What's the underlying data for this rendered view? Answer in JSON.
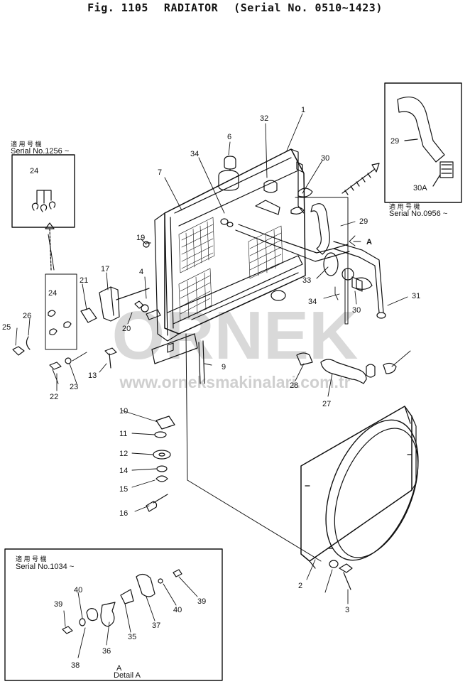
{
  "header": {
    "fig": "Fig. 1105",
    "name": "RADIATOR",
    "serial": "(Serial No. 0510~1423)"
  },
  "insets": {
    "top_left_serial": "Serial No.1256 ~",
    "top_right_serial": "Serial No.0956 ~",
    "bottom_left_serial": "Serial No.1034 ~",
    "detail_a": "A",
    "detail_label": "Detail A",
    "arrow_a": "A"
  },
  "watermark": {
    "brand": "ORNEK",
    "url": "www.orneksmakinalari.com.tr"
  },
  "callouts": {
    "c1": "1",
    "c2": "2",
    "c3": "3",
    "c4": "4",
    "c6": "6",
    "c7": "7",
    "c9": "9",
    "c10": "10",
    "c11": "11",
    "c12": "12",
    "c13": "13",
    "c14": "14",
    "c15": "15",
    "c16": "16",
    "c17": "17",
    "c19": "19",
    "c20": "20",
    "c21": "21",
    "c22": "22",
    "c23": "23",
    "c24a": "24",
    "c24b": "24",
    "c25": "25",
    "c26": "26",
    "c27": "27",
    "c28": "28",
    "c29a": "29",
    "c29b": "29",
    "c30a": "30",
    "c30b": "30",
    "c30A": "30A",
    "c31": "31",
    "c32": "32",
    "c33": "33",
    "c34a": "34",
    "c34b": "34",
    "c35": "35",
    "c36": "36",
    "c37": "37",
    "c38": "38",
    "c39a": "39",
    "c39b": "39",
    "c40a": "40",
    "c40b": "40"
  }
}
